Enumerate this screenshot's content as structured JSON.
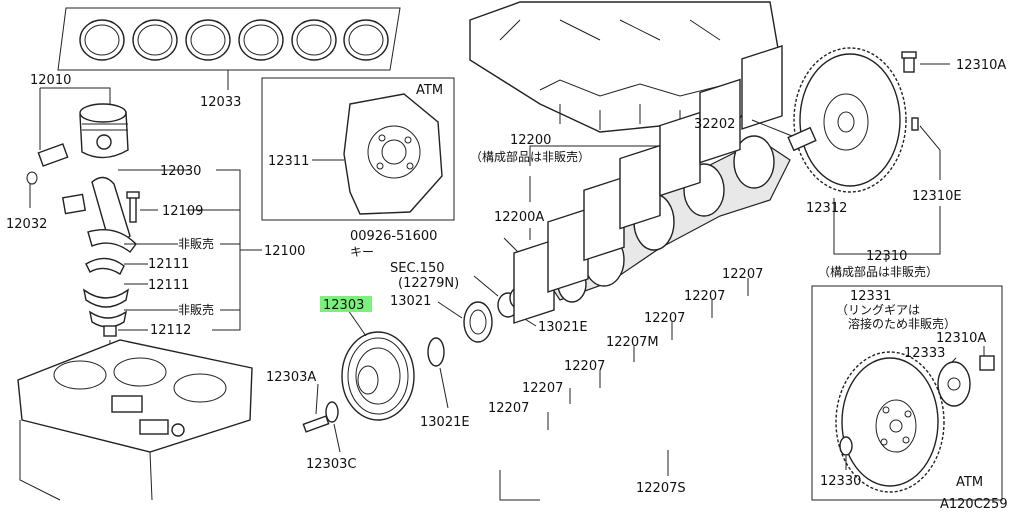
{
  "labels": {
    "p12010": "12010",
    "p12033": "12033",
    "p12032": "12032",
    "p12030": "12030",
    "p12109": "12109",
    "p12100": "12100",
    "not_sold_1": "非販売",
    "not_sold_2": "非販売",
    "p12111a": "12111",
    "p12111b": "12111",
    "p12112": "12112",
    "atm_top": "ATM",
    "p12311": "12311",
    "p12200": "12200",
    "p12200_note": "（構成部品は非販売）",
    "p12200A": "12200A",
    "key_code": "00926-51600",
    "key_name": "キー",
    "sec150": "SEC.150",
    "p12279N": "(12279N)",
    "p13021": "13021",
    "p13021E_a": "13021E",
    "p13021E_b": "13021E",
    "p12303": "12303",
    "p12303A": "12303A",
    "p12303C": "12303C",
    "p32202": "32202",
    "p12310A_top": "12310A",
    "p12312": "12312",
    "p12310E": "12310E",
    "p12310": "12310",
    "p12310_note": "（構成部品は非販売）",
    "p12331": "12331",
    "p12331_note1": "（リングギアは",
    "p12331_note2": "溶接のため非販売）",
    "p12333": "12333",
    "p12310A_bot": "12310A",
    "p12330": "12330",
    "atm_bottom": "ATM",
    "p12207_1": "12207",
    "p12207_2": "12207",
    "p12207_3": "12207",
    "p12207M": "12207M",
    "p12207_5": "12207",
    "p12207_6": "12207",
    "p12207_7": "12207",
    "p12207S": "12207S",
    "figure_code": "A120C259"
  },
  "highlight": {
    "part": "12303",
    "color": "#7cf07c"
  }
}
